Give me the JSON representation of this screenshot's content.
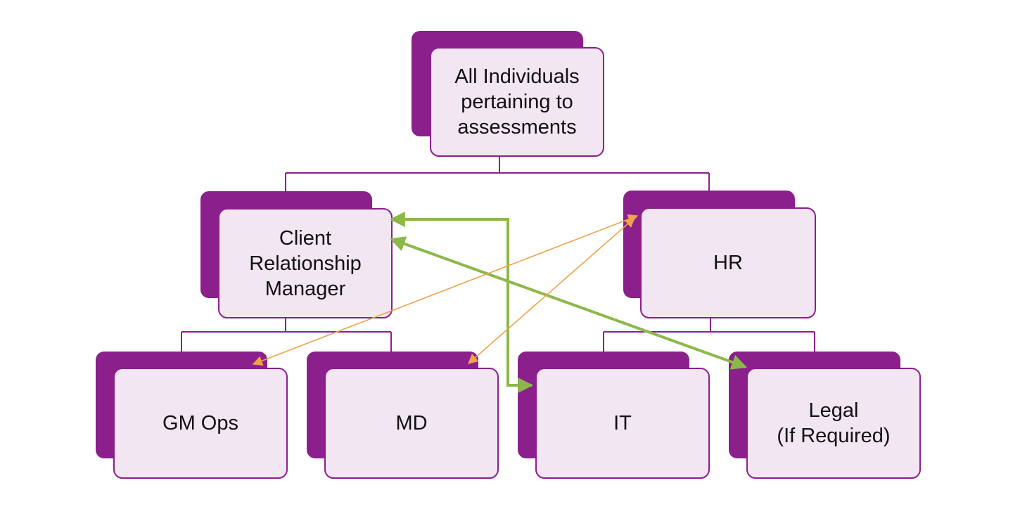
{
  "colors": {
    "back_fill": "#8b1f8c",
    "front_fill": "#f3e6f3",
    "front_border": "#8b1f8c",
    "hierarchy_line": "#8b1f8c",
    "green_arrow": "#8cb84a",
    "orange_arrow": "#f0a24a",
    "text": "#111111"
  },
  "nodes": {
    "root": {
      "lines": [
        "All Individuals",
        "pertaining to",
        "assessments"
      ]
    },
    "crm": {
      "lines": [
        "Client",
        "Relationship",
        "Manager"
      ]
    },
    "hr": {
      "lines": [
        "HR"
      ]
    },
    "gm_ops": {
      "lines": [
        "GM Ops"
      ]
    },
    "md": {
      "lines": [
        "MD"
      ]
    },
    "it": {
      "lines": [
        "IT"
      ]
    },
    "legal": {
      "lines": [
        "Legal",
        "(If Required)"
      ]
    }
  },
  "links": {
    "hierarchy": [
      {
        "from": "root",
        "to": "crm"
      },
      {
        "from": "root",
        "to": "hr"
      },
      {
        "from": "crm",
        "to": "gm_ops"
      },
      {
        "from": "crm",
        "to": "md"
      },
      {
        "from": "hr",
        "to": "it"
      },
      {
        "from": "hr",
        "to": "legal"
      }
    ],
    "cross": [
      {
        "between": [
          "crm",
          "it"
        ],
        "style": "green",
        "direction": "both"
      },
      {
        "between": [
          "crm",
          "legal"
        ],
        "style": "green",
        "direction": "both"
      },
      {
        "between": [
          "hr",
          "gm_ops"
        ],
        "style": "orange",
        "direction": "both"
      },
      {
        "between": [
          "hr",
          "md"
        ],
        "style": "orange",
        "direction": "both"
      }
    ]
  }
}
